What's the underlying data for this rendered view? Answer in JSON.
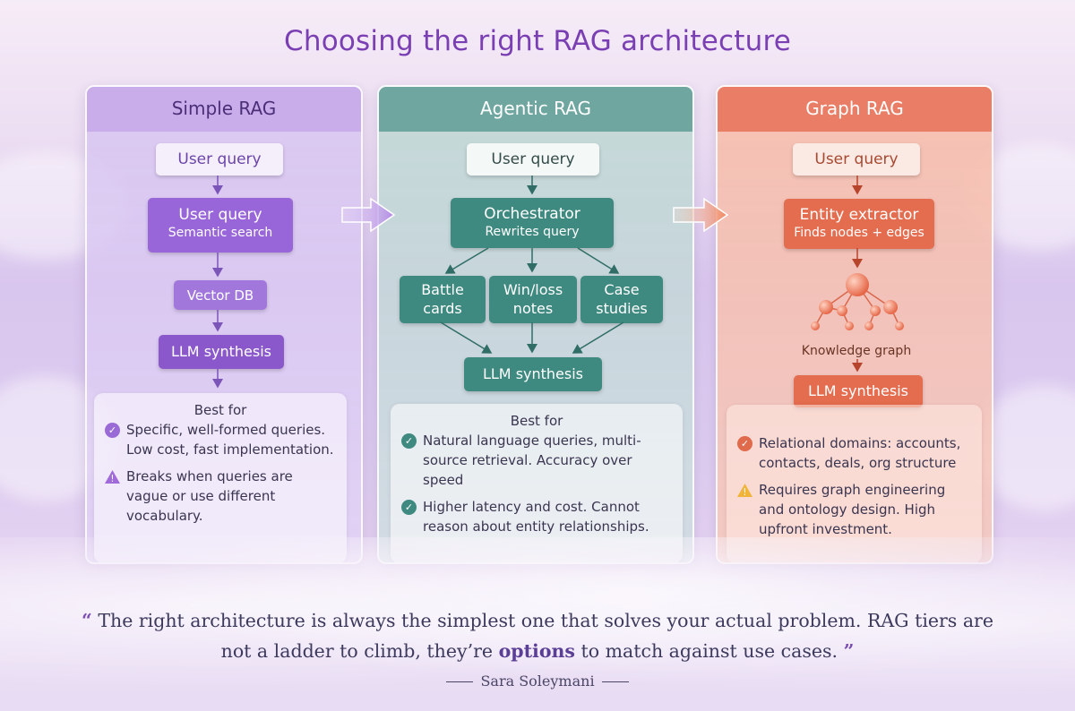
{
  "title": "Choosing the right RAG architecture",
  "simple": {
    "header": "Simple RAG",
    "user_query": "User query",
    "step1_main": "User query",
    "step1_sub": "Semantic search",
    "vector_db": "Vector DB",
    "llm": "LLM synthesis",
    "best_for": "Best for",
    "pro": "Specific, well-formed queries. Low cost, fast implementation.",
    "con": "Breaks when queries are vague or use different vocabulary."
  },
  "agentic": {
    "header": "Agentic RAG",
    "user_query": "User query",
    "orch_main": "Orchestrator",
    "orch_sub": "Rewrites query",
    "source1": "Battle cards",
    "source2": "Win/loss notes",
    "source3": "Case studies",
    "llm": "LLM synthesis",
    "best_for": "Best for",
    "pro": "Natural language queries, multi-source retrieval. Accuracy over speed",
    "con": "Higher latency and cost. Cannot reason about entity relationships."
  },
  "graph": {
    "header": "Graph RAG",
    "user_query": "User query",
    "extractor_main": "Entity extractor",
    "extractor_sub": "Finds nodes + edges",
    "kg_label": "Knowledge graph",
    "llm": "LLM synthesis",
    "pro": "Relational domains: accounts, contacts, deals, org structure",
    "con": "Requires graph engineering and ontology design. High upfront investment."
  },
  "quote": {
    "open": "“",
    "part1": "The right architecture is always the simplest one that solves your actual problem. RAG tiers are not a ladder to climb, they’re",
    "bold": "options",
    "part2": "to match against use cases.",
    "close": "”",
    "author": "Sara Soleymani"
  },
  "icons": {
    "check": "check-circle-icon",
    "warning": "warning-triangle-icon",
    "arrow": "right-arrow-icon"
  },
  "colors": {
    "title": "#7a3fb3",
    "simple_accent": "#9866d8",
    "agentic_accent": "#3f8a80",
    "graph_accent": "#e46c4f"
  }
}
